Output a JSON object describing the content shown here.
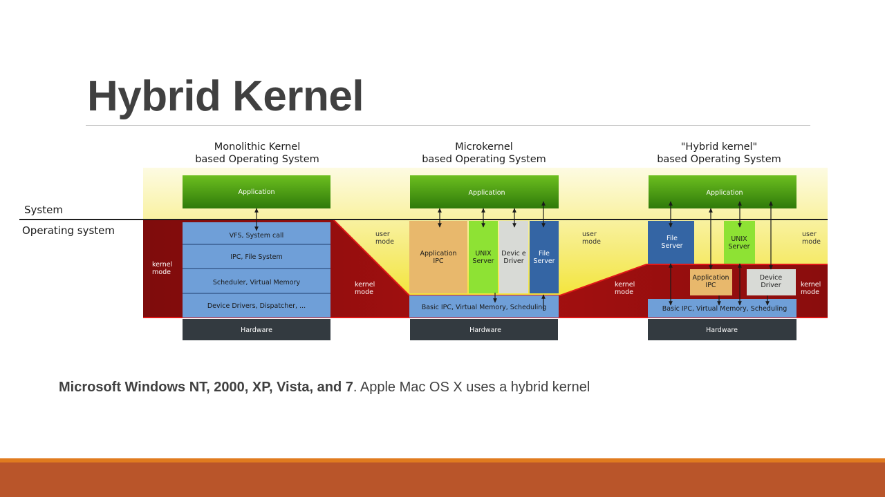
{
  "slide": {
    "title": "Hybrid Kernel",
    "caption_bold": "Microsoft Windows NT, 2000, XP, Vista, and 7",
    "caption_rest": ". Apple Mac OS X uses a hybrid kernel"
  },
  "colors": {
    "title": "#404040",
    "accent_line": "#e07b1f",
    "footer_bar": "#b9552a",
    "application": "#4b9a12",
    "kernel_block": "#6f9fd8",
    "hardware": "#333a40",
    "kernel_mode": "#a50f0f",
    "user_mode": "#f0e020"
  },
  "diagram": {
    "side_labels": {
      "system": "System",
      "os": "Operating system"
    },
    "mode": {
      "user": [
        "user",
        "mode"
      ],
      "kernel": [
        "kernel",
        "mode"
      ]
    },
    "monolithic": {
      "title": [
        "Monolithic Kernel",
        "based Operating System"
      ],
      "application": "Application",
      "layers": [
        "VFS, System call",
        "IPC, File System",
        "Scheduler, Virtual Memory",
        "Device Drivers, Dispatcher, ..."
      ],
      "hardware": "Hardware"
    },
    "micro": {
      "title": [
        "Microkernel",
        "based Operating System"
      ],
      "application": "Application",
      "servers": [
        [
          "Application",
          "IPC"
        ],
        [
          "UNIX",
          "Server"
        ],
        [
          "Devic e",
          "Driver"
        ],
        [
          "File",
          "Server"
        ]
      ],
      "core": "Basic IPC, Virtual Memory, Scheduling",
      "hardware": "Hardware"
    },
    "hybrid": {
      "title": [
        "\"Hybrid kernel\"",
        "based Operating System"
      ],
      "application": "Application",
      "file_server": [
        "File",
        "Server"
      ],
      "unix_server": [
        "UNIX",
        "Server"
      ],
      "app_ipc": [
        "Application",
        "IPC"
      ],
      "device_driver": [
        "Device",
        "Driver"
      ],
      "core": "Basic IPC, Virtual Memory, Scheduling",
      "hardware": "Hardware"
    }
  }
}
